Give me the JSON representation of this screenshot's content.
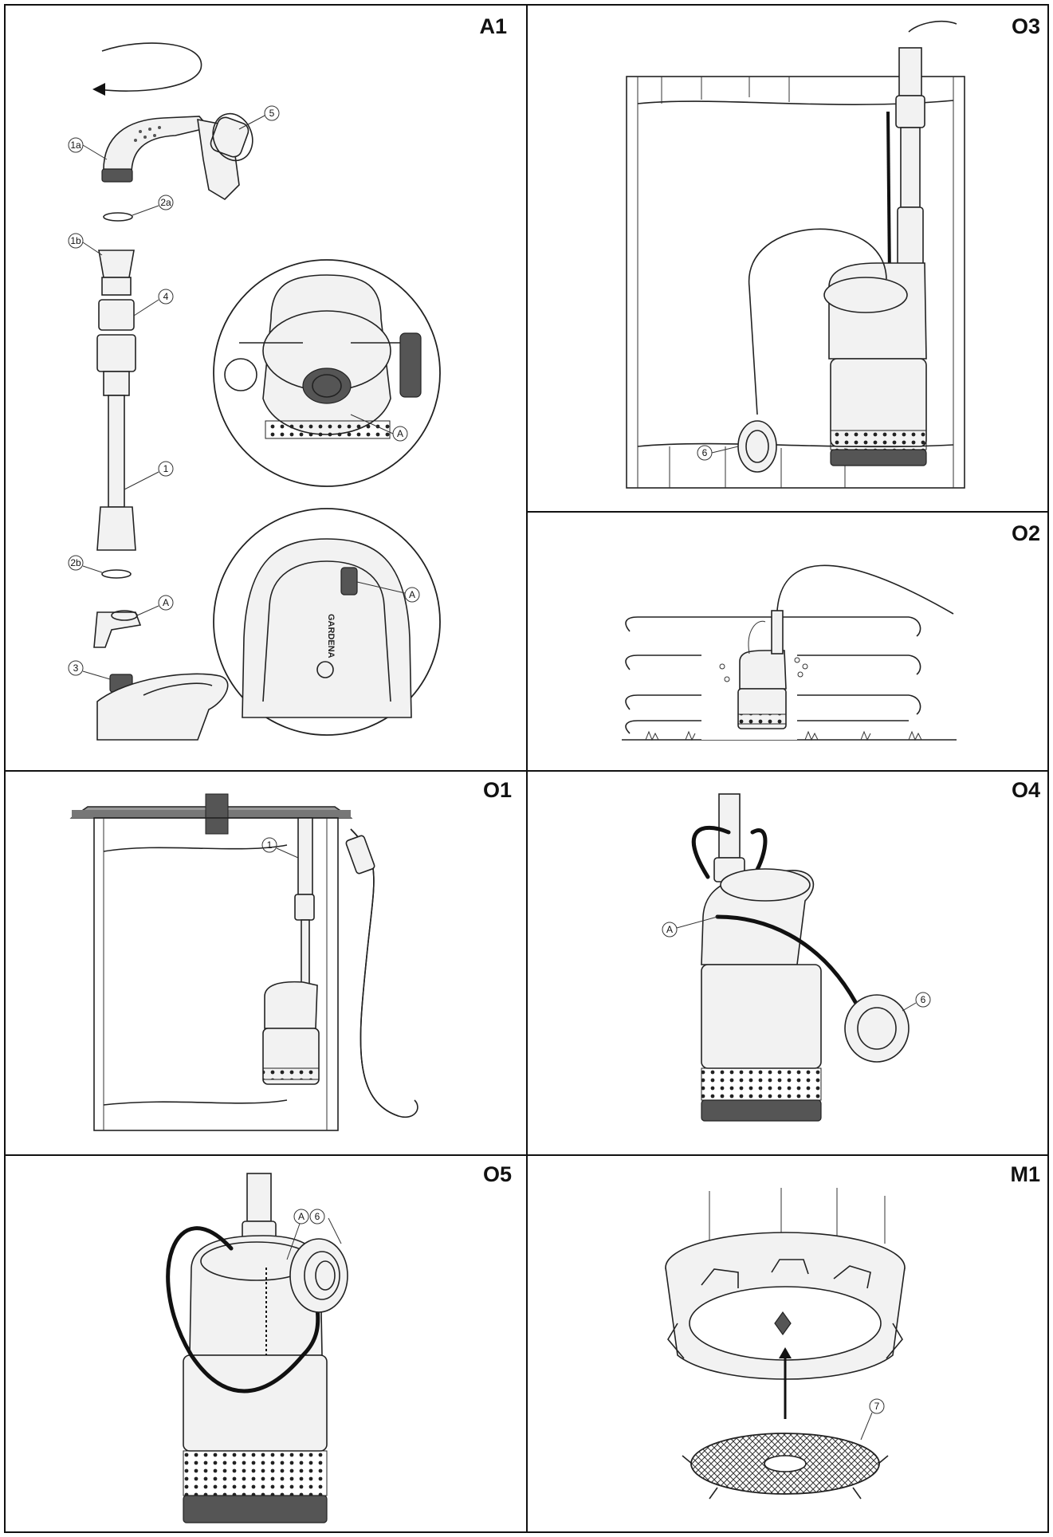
{
  "panels": [
    {
      "id": "A1",
      "callouts": [
        "1a",
        "5",
        "2a",
        "1b",
        "4",
        "1",
        "2b",
        "A",
        "3",
        "A",
        "A"
      ],
      "logo_text": "GARDENA"
    },
    {
      "id": "O3",
      "callouts": [
        "6"
      ]
    },
    {
      "id": "O2",
      "callouts": []
    },
    {
      "id": "O1",
      "callouts": [
        "1"
      ]
    },
    {
      "id": "O4",
      "callouts": [
        "A",
        "6"
      ]
    },
    {
      "id": "O5",
      "callouts": [
        "A",
        "6"
      ]
    },
    {
      "id": "M1",
      "callouts": [
        "7"
      ]
    }
  ]
}
